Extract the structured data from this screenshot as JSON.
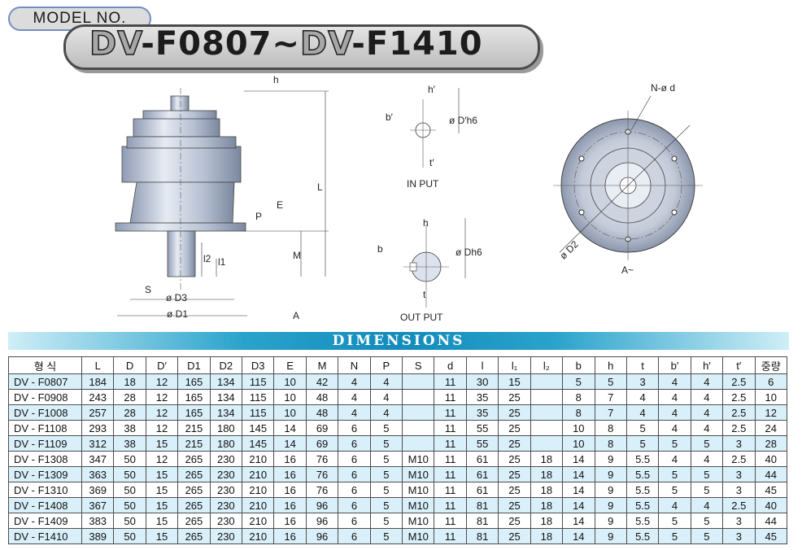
{
  "model_label": "MODEL NO.",
  "title": {
    "part1": "DV",
    "part2": "-F0807~",
    "part3": "DV",
    "part4": "-F1410"
  },
  "drawing_labels": {
    "h": "h",
    "L": "L",
    "E": "E",
    "P": "P",
    "M": "M",
    "l2": "l2",
    "l1": "l1",
    "S": "S",
    "D3": "ø D3",
    "D1": "ø D1",
    "A": "A",
    "in_h": "h′",
    "in_b": "b′",
    "in_D": "ø D′h6",
    "in_t": "t′",
    "in_put": "IN PUT",
    "out_h": "h",
    "out_b": "b",
    "out_D": "ø Dh6",
    "out_t": "t",
    "out_put": "OUT PUT",
    "Nd": "N-ø d",
    "D2": "ø D2",
    "A_view": "A~"
  },
  "dimensions_title": "DIMENSIONS",
  "table": {
    "headers": [
      "형 식",
      "L",
      "D",
      "D′",
      "D1",
      "D2",
      "D3",
      "E",
      "M",
      "N",
      "P",
      "S",
      "d",
      "l",
      "l₁",
      "l₂",
      "b",
      "h",
      "t",
      "b′",
      "h′",
      "t′",
      "중량"
    ],
    "rows": [
      [
        "DV - F0807",
        "184",
        "18",
        "12",
        "165",
        "134",
        "115",
        "10",
        "42",
        "4",
        "4",
        "",
        "11",
        "30",
        "15",
        "",
        "5",
        "5",
        "3",
        "4",
        "4",
        "2.5",
        "6"
      ],
      [
        "DV - F0908",
        "243",
        "28",
        "12",
        "165",
        "134",
        "115",
        "10",
        "48",
        "4",
        "4",
        "",
        "11",
        "35",
        "25",
        "",
        "8",
        "7",
        "4",
        "4",
        "4",
        "2.5",
        "10"
      ],
      [
        "DV - F1008",
        "257",
        "28",
        "12",
        "165",
        "134",
        "115",
        "10",
        "48",
        "4",
        "4",
        "",
        "11",
        "35",
        "25",
        "",
        "8",
        "7",
        "4",
        "4",
        "4",
        "2.5",
        "12"
      ],
      [
        "DV - F1108",
        "293",
        "38",
        "12",
        "215",
        "180",
        "145",
        "14",
        "69",
        "6",
        "5",
        "",
        "11",
        "55",
        "25",
        "",
        "10",
        "8",
        "5",
        "4",
        "4",
        "2.5",
        "24"
      ],
      [
        "DV - F1109",
        "312",
        "38",
        "15",
        "215",
        "180",
        "145",
        "14",
        "69",
        "6",
        "5",
        "",
        "11",
        "55",
        "25",
        "",
        "10",
        "8",
        "5",
        "5",
        "5",
        "3",
        "28"
      ],
      [
        "DV - F1308",
        "347",
        "50",
        "12",
        "265",
        "230",
        "210",
        "16",
        "76",
        "6",
        "5",
        "M10",
        "11",
        "61",
        "25",
        "18",
        "14",
        "9",
        "5.5",
        "4",
        "4",
        "2.5",
        "40"
      ],
      [
        "DV - F1309",
        "363",
        "50",
        "15",
        "265",
        "230",
        "210",
        "16",
        "76",
        "6",
        "5",
        "M10",
        "11",
        "61",
        "25",
        "18",
        "14",
        "9",
        "5.5",
        "5",
        "5",
        "3",
        "44"
      ],
      [
        "DV - F1310",
        "369",
        "50",
        "15",
        "265",
        "230",
        "210",
        "16",
        "76",
        "6",
        "5",
        "M10",
        "11",
        "61",
        "25",
        "18",
        "14",
        "9",
        "5.5",
        "5",
        "5",
        "3",
        "45"
      ],
      [
        "DV - F1408",
        "367",
        "50",
        "15",
        "265",
        "230",
        "210",
        "16",
        "96",
        "6",
        "5",
        "M10",
        "11",
        "81",
        "25",
        "18",
        "14",
        "9",
        "5.5",
        "4",
        "4",
        "2.5",
        "40"
      ],
      [
        "DV - F1409",
        "383",
        "50",
        "15",
        "265",
        "230",
        "210",
        "16",
        "96",
        "6",
        "5",
        "M10",
        "11",
        "81",
        "25",
        "18",
        "14",
        "9",
        "5.5",
        "5",
        "5",
        "3",
        "44"
      ],
      [
        "DV - F1410",
        "389",
        "50",
        "15",
        "265",
        "230",
        "210",
        "16",
        "96",
        "6",
        "5",
        "M10",
        "11",
        "81",
        "25",
        "18",
        "14",
        "9",
        "5.5",
        "5",
        "5",
        "3",
        "45"
      ]
    ]
  }
}
